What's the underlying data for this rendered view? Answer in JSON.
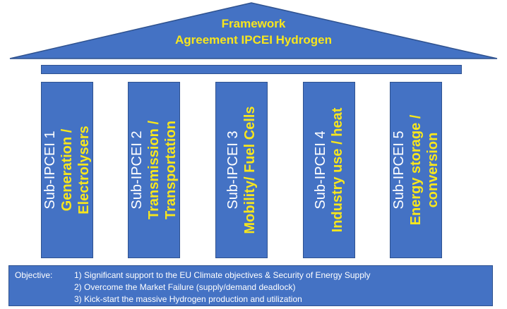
{
  "colors": {
    "fill": "#4472c4",
    "border": "#2f528f",
    "accent_text": "#f7e61d",
    "text": "#ffffff"
  },
  "framework": {
    "line1": "Framework",
    "line2": "Agreement IPCEI Hydrogen"
  },
  "pillars": [
    {
      "id": "Sub-IPCEI 1",
      "line1": "Generation /",
      "line2": "Electrolysers"
    },
    {
      "id": "Sub-IPCEI  2",
      "line1": "Transmission /",
      "line2": "Transportation"
    },
    {
      "id": "Sub-IPCEI  3",
      "line1": "Mobility/ Fuel Cells",
      "line2": ""
    },
    {
      "id": "Sub-IPCEI  4",
      "line1": "Industry use / heat",
      "line2": ""
    },
    {
      "id": "Sub-IPCEI  5",
      "line1": "Energy storage /",
      "line2": "conversion"
    }
  ],
  "objective": {
    "label": "Objective:",
    "items": [
      "1) Significant support to the EU Climate objectives & Security of Energy Supply",
      "2) Overcome the Market Failure (supply/demand deadlock)",
      "3) Kick-start the massive Hydrogen production and utilization"
    ]
  }
}
